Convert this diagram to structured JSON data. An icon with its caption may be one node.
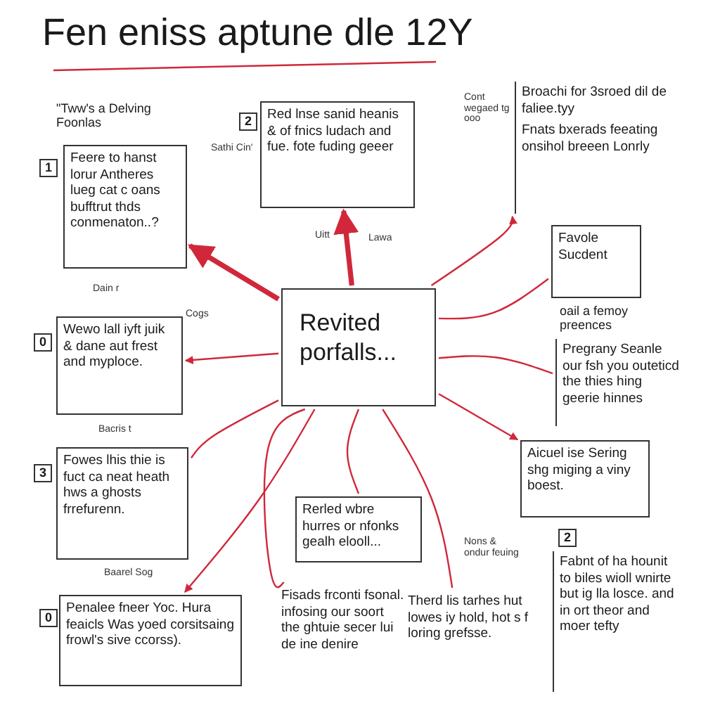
{
  "diagram": {
    "title": "Fen eniss aptune dle 12Y",
    "nodes": [
      {
        "text": [
          "Revited porfalls..."
        ]
      },
      {
        "text": [
          "Feere to hanst lorur Antheres lueg cat c oans bufftrut thds conmenaton..?"
        ],
        "beside": [
          "\"Tww's a Delving Foonlas",
          "1"
        ]
      },
      {
        "text": [
          "Red lnse sanid heanis & of fnics ludach and fue. fote fuding geeer"
        ],
        "beside": [
          "2"
        ]
      },
      {
        "text": [
          "Broachi for 3sroed dil de faliee.tyy",
          "Fnats bxerads feeating onsihol breeen Lonrly"
        ],
        "beside": [
          "Cont wegaed tg ooo"
        ]
      },
      {
        "text": [
          "Favole Sucdent"
        ],
        "beside": [
          "oail a femoy preences"
        ]
      },
      {
        "text": [
          "Pregrany Seanle our fsh you outeticd the thies hing geerie hinnes"
        ]
      },
      {
        "text": [
          "Aicuel ise Sering shg miging a viny boest."
        ]
      },
      {
        "text": [
          "Fabnt of ha hounit to biles wioll wnirte but ig lla losce. and in ort theor and moer tefty"
        ],
        "beside": [
          "2"
        ]
      },
      {
        "text": [
          "Therd lis tarhes hut lowes iy hold, hot s f loring grefsse."
        ]
      },
      {
        "text": [
          "Fisads frconti fsonal. infosing our soort the ghtuie secer lui de ine denire"
        ]
      },
      {
        "text": [
          "Rerled wbre hurres or nfonks gealh elooll..."
        ]
      },
      {
        "text": [
          "Penalee fneer Yoc. Hura feaicls Was yoed corsitsaing frowl's sive ccorss)."
        ],
        "beside": [
          "0"
        ]
      },
      {
        "text": [
          "Fowes lhis thie is fuct ca neat heath hws a ghosts frrefurenn."
        ],
        "beside": [
          "3"
        ]
      },
      {
        "text": [
          "Wewo lall iyft juik & dane aut frest and myploce."
        ],
        "beside": [
          "0"
        ]
      }
    ],
    "edges": [
      {
        "from": 0,
        "to": 1,
        "arrow": "to",
        "style": "thick"
      },
      {
        "from": 0,
        "to": 2,
        "arrow": "to",
        "style": "thick"
      },
      {
        "from": 0,
        "to": 3,
        "arrow": "to"
      },
      {
        "from": 0,
        "to": 4,
        "arrow": "none"
      },
      {
        "from": 0,
        "to": 5,
        "arrow": "none"
      },
      {
        "from": 0,
        "to": 6,
        "arrow": "to"
      },
      {
        "from": 0,
        "to": 10,
        "arrow": "none"
      },
      {
        "from": 0,
        "to": 8,
        "arrow": "none"
      },
      {
        "from": 0,
        "to": 9,
        "arrow": "none"
      },
      {
        "from": 0,
        "to": 11,
        "arrow": "to"
      },
      {
        "from": 0,
        "to": 12,
        "arrow": "none"
      },
      {
        "from": 0,
        "to": 13,
        "arrow": "to"
      }
    ],
    "labels": [
      "Sathi Cin'",
      "Uitt",
      "Lawa",
      "Dain r",
      "Cogs",
      "Bacris t",
      "Baarel Sog",
      "Nons & ondur feuing"
    ]
  }
}
